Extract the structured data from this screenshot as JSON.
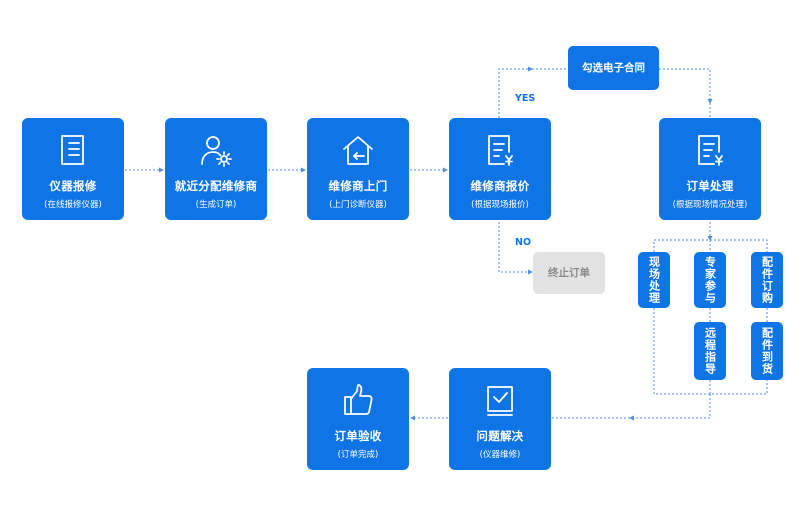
{
  "nodes": {
    "repair": {
      "title": "仪器报修",
      "subtitle": "(在线报修仪器)"
    },
    "dispatch": {
      "title": "就近分配维修商",
      "subtitle": "(生成订单)"
    },
    "onsite": {
      "title": "维修商上门",
      "subtitle": "(上门诊断仪器)"
    },
    "quote": {
      "title": "维修商报价",
      "subtitle": "(根据现场报价)"
    },
    "process": {
      "title": "订单处理",
      "subtitle": "(根据现场情况处理)"
    },
    "solve": {
      "title": "问题解决",
      "subtitle": "(仪器维修)"
    },
    "accept": {
      "title": "订单验收",
      "subtitle": "(订单完成)"
    }
  },
  "contract": {
    "label": "勾选电子合同"
  },
  "terminate": {
    "label": "终止订单"
  },
  "branches": {
    "yes": "YES",
    "no": "NO"
  },
  "sub_steps": {
    "onsite_handling": "现场处理",
    "expert": "专家参与",
    "remote": "远程指导",
    "parts_order": "配件订购",
    "parts_arrive": "配件到货"
  },
  "colors": {
    "primary": "#0f74e6",
    "line": "#4f8fe0",
    "disabled_bg": "#e3e3e3",
    "disabled_text": "#8a8a8a"
  }
}
